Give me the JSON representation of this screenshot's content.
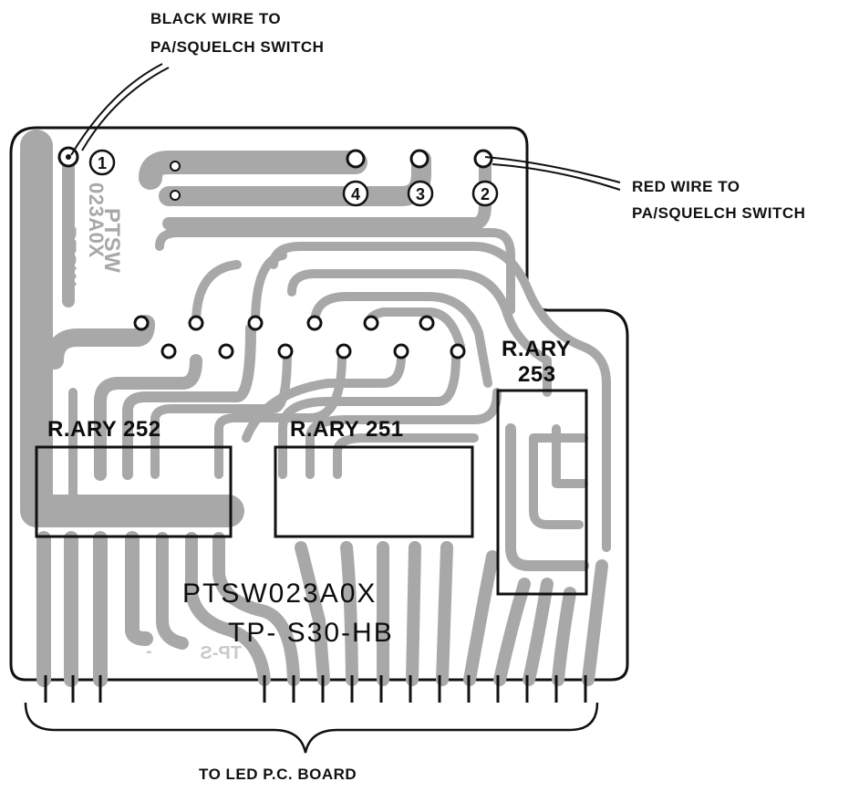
{
  "callouts": {
    "black_wire_line1": "BLACK WIRE TO",
    "black_wire_line2": "PA/SQUELCH SWITCH",
    "red_wire_line1": "RED WIRE TO",
    "red_wire_line2": "PA/SQUELCH SWITCH",
    "bottom": "TO LED P.C. BOARD"
  },
  "board": {
    "part_number": "PTSW023A0X",
    "model": "TP- S30-HB",
    "mirrored_side_line1": "PTSW",
    "mirrored_side_line2": "023A0X",
    "mirrored_bottom": "TP-S",
    "mirrored_dash": "-"
  },
  "pads": [
    "1",
    "2",
    "3",
    "4"
  ],
  "relays": {
    "r252": "R.ARY 252",
    "r251": "R.ARY 251",
    "r253_line1": "R.ARY",
    "r253_line2": "253"
  },
  "colors": {
    "copper": "#a8a8a8",
    "ink": "#111111",
    "board": "#ffffff"
  }
}
